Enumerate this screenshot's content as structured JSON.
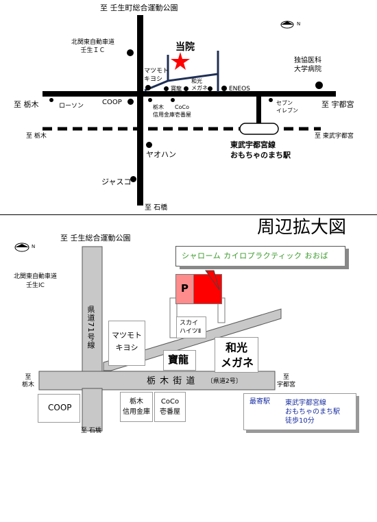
{
  "top": {
    "to_mibu": "至 壬生町総合運動公園",
    "kitakanto_line1": "北関東自動車道",
    "kitakanto_line2": "壬生ＩＣ",
    "clinic": "当院",
    "matsumoto": "マツモト\nキヨシ",
    "horyu": "寶龍",
    "wako": "和光\nメガネ",
    "eneos": "ENEOS",
    "dokkyo": "独協医科\n大学病院",
    "to_tochigi": "至 栃木",
    "lawson": "ローソン",
    "coop": "COOP",
    "tochigi_bank": "栃木\n信用金庫",
    "coco": "CoCo\n壱番屋",
    "seven": "セブン\nイレブン",
    "to_utsunomiya": "至 宇都宮",
    "to_tochigi_rail": "至 栃木",
    "to_tobu_utsunomiya": "至 東武宇都宮",
    "station_line1": "東武宇都宮線",
    "station_line2": "おもちゃのまち駅",
    "yaohan": "ヤオハン",
    "jasco": "ジャスコ",
    "to_ishibashi": "至 石橋",
    "north": "N"
  },
  "bottom": {
    "heading": "周辺拡大図",
    "to_mibu": "至 壬生総合運動公園",
    "north": "N",
    "kitakanto_line1": "北関東自動車道",
    "kitakanto_line2": "壬生IC",
    "clinic_name": "シャローム カイロプラクティック おおば",
    "parking": "P",
    "route71": "県道71号線",
    "matsumoto": "マツモト\nキヨシ",
    "sky_heights": "スカイ\nハイツⅡ",
    "wako": "和光\nメガネ",
    "horyu": "寶龍",
    "to_tochigi": "至\n栃木",
    "tochigi_kaido": "栃 木 街 道",
    "prefectural_2": "〔県道2号〕",
    "to_utsunomiya": "至\n宇都宮",
    "coop": "COOP",
    "tochigi_bank": "栃木\n信用金庫",
    "coco": "CoCo\n壱番屋",
    "nearest_station_label": "最寄駅",
    "station_line1": "東武宇都宮線",
    "station_line2": "おもちゃのまち駅",
    "walk": "徒歩10分",
    "to_ishibashi": "至 石橋"
  },
  "colors": {
    "clinic_red": "#ff0000",
    "parking_pink": "#ff8c8c",
    "clinic_green_text": "#3a9a2a",
    "station_blue": "#1a2fa0",
    "street_navy": "#1f2f55",
    "road_gray": "#c8c8c8"
  }
}
